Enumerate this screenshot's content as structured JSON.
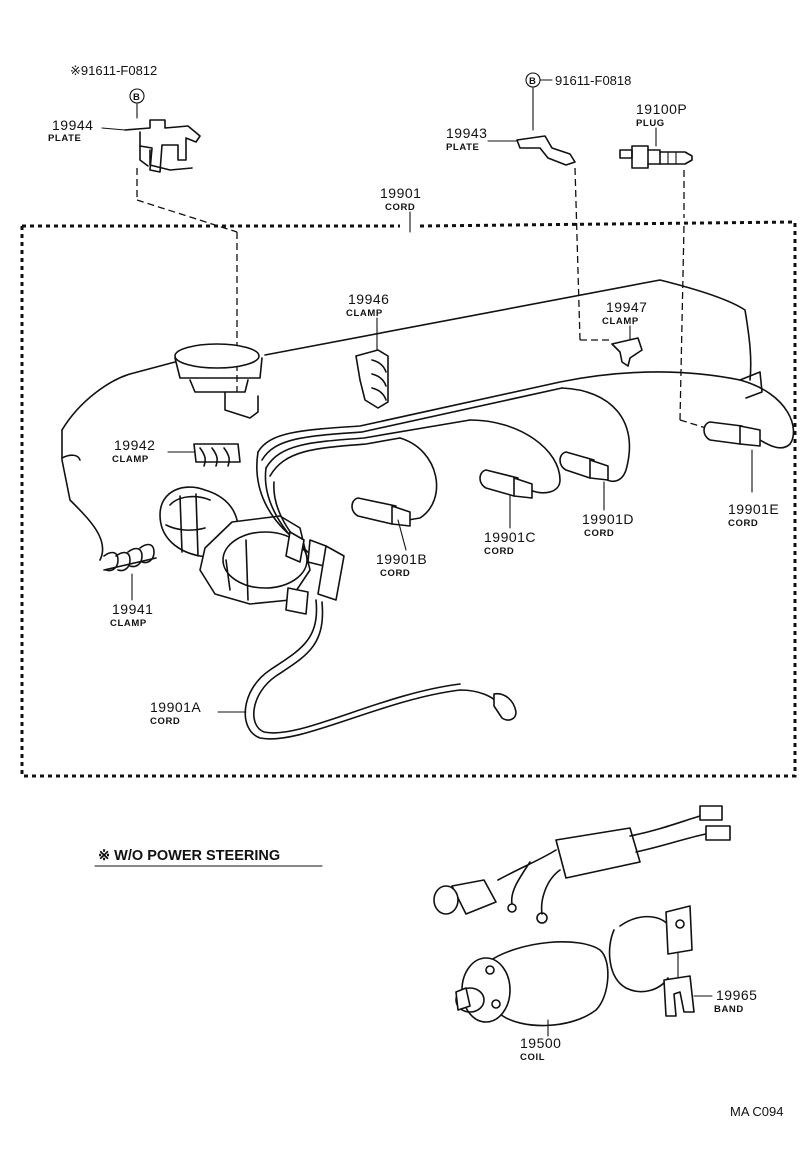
{
  "note": "※ W/O POWER STEERING",
  "diagram_code": "MA C094",
  "bolts": [
    {
      "part": "※91611-F0812",
      "marker": "B"
    },
    {
      "part": "91611-F0818",
      "marker": "B"
    }
  ],
  "parts": [
    {
      "id": "plate-19944",
      "number": "19944",
      "name": "PLATE"
    },
    {
      "id": "plate-19943",
      "number": "19943",
      "name": "PLATE"
    },
    {
      "id": "plug-19100p",
      "number": "19100P",
      "name": "PLUG"
    },
    {
      "id": "cord-19901",
      "number": "19901",
      "name": "CORD"
    },
    {
      "id": "clamp-19946",
      "number": "19946",
      "name": "CLAMP"
    },
    {
      "id": "clamp-19947",
      "number": "19947",
      "name": "CLAMP"
    },
    {
      "id": "clamp-19942",
      "number": "19942",
      "name": "CLAMP"
    },
    {
      "id": "clamp-19941",
      "number": "19941",
      "name": "CLAMP"
    },
    {
      "id": "cord-19901b",
      "number": "19901B",
      "name": "CORD"
    },
    {
      "id": "cord-19901c",
      "number": "19901C",
      "name": "CORD"
    },
    {
      "id": "cord-19901d",
      "number": "19901D",
      "name": "CORD"
    },
    {
      "id": "cord-19901e",
      "number": "19901E",
      "name": "CORD"
    },
    {
      "id": "cord-19901a",
      "number": "19901A",
      "name": "CORD"
    },
    {
      "id": "band-19965",
      "number": "19965",
      "name": "BAND"
    },
    {
      "id": "coil-19500",
      "number": "19500",
      "name": "COIL"
    }
  ]
}
